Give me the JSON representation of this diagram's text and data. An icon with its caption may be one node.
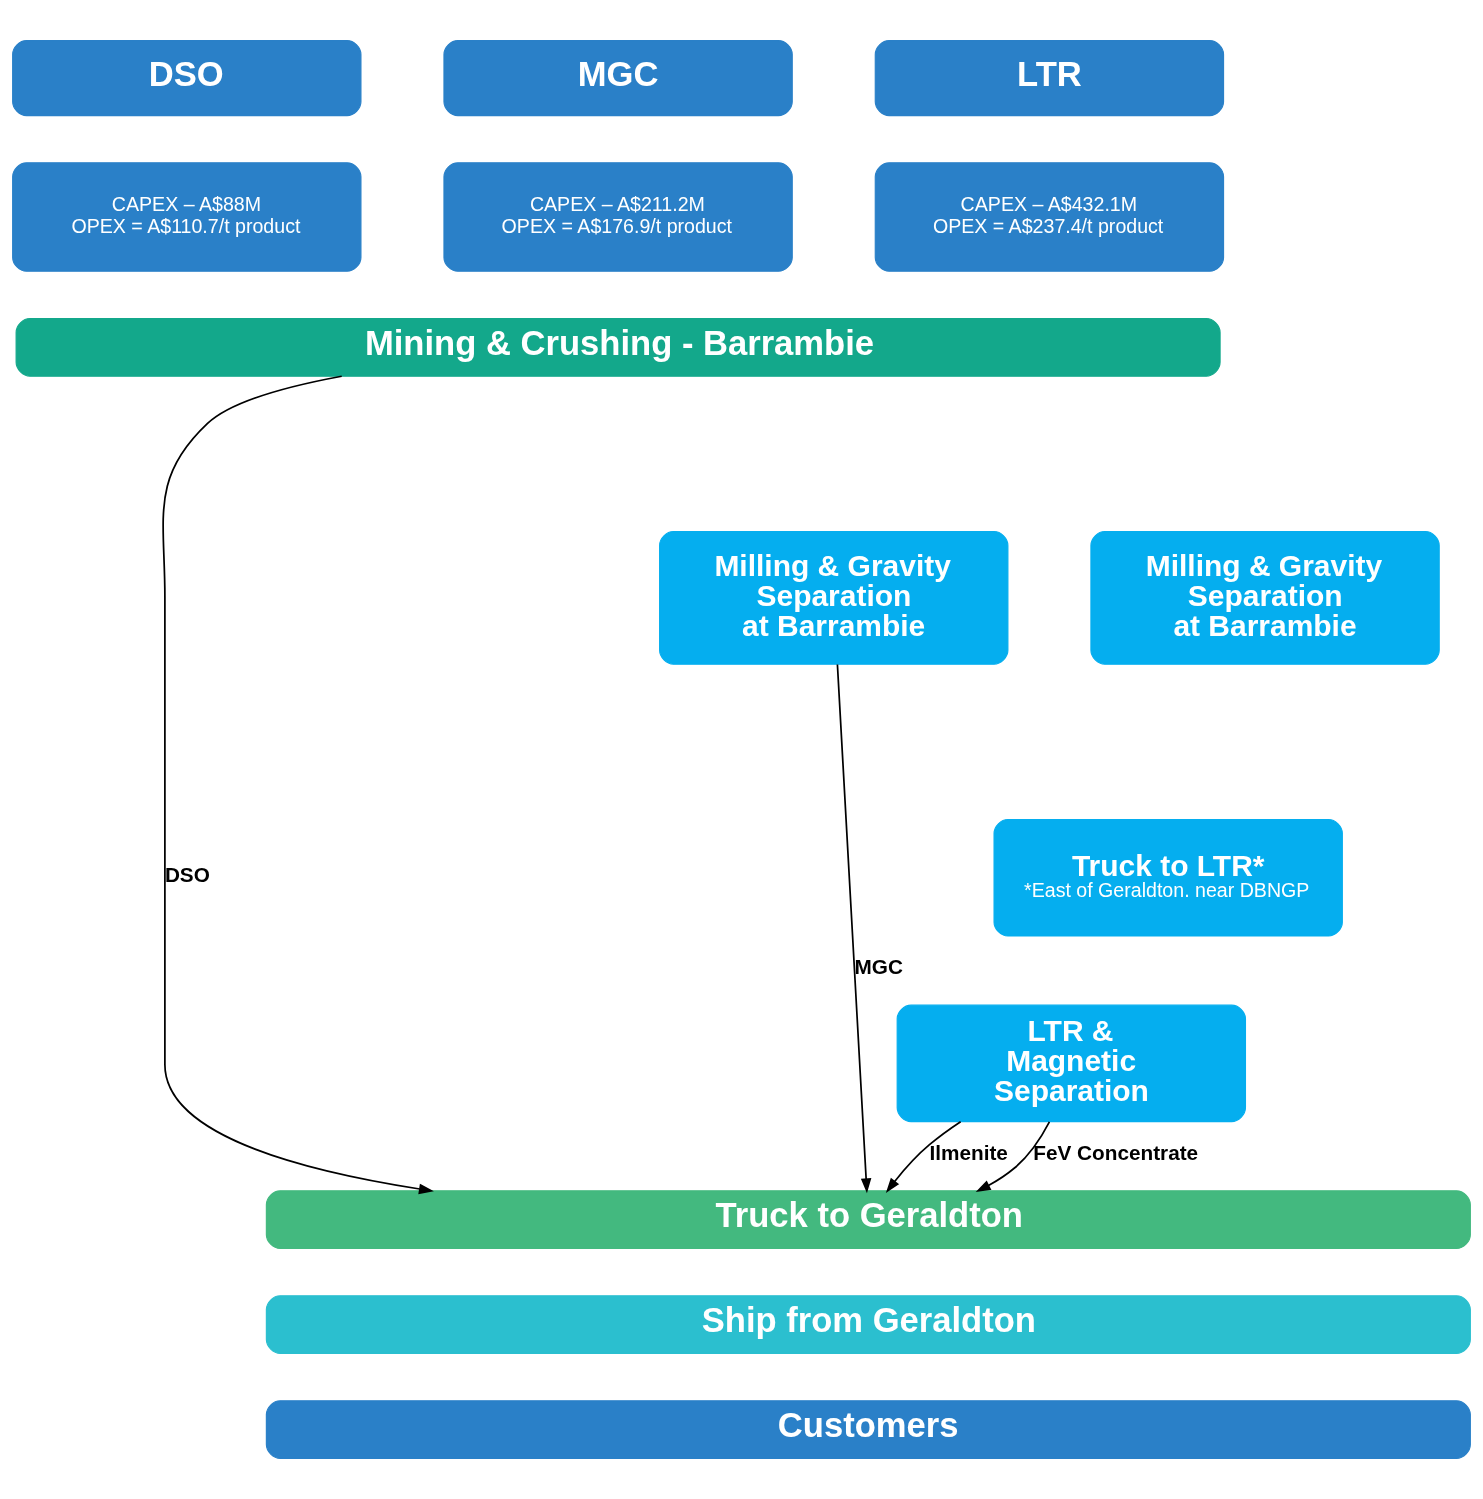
{
  "diagram": {
    "nodes": [
      {
        "text": [
          "DSO"
        ]
      },
      {
        "text": [
          "MGC"
        ]
      },
      {
        "text": [
          "LTR"
        ]
      },
      {
        "text": [
          "CAPEX – A$88M",
          "OPEX = A$110.7/t product"
        ]
      },
      {
        "text": [
          "CAPEX – A$211.2M",
          "OPEX = A$176.9/t product"
        ]
      },
      {
        "text": [
          "CAPEX – A$432.1M",
          "OPEX = A$237.4/t product"
        ]
      },
      {
        "text": [
          "Mining & Crushing - Barrambie"
        ]
      },
      {
        "text": [
          "Milling & Gravity Separation at Barrambie"
        ]
      },
      {
        "text": [
          "Milling & Gravity Separation at Barrambie"
        ]
      },
      {
        "text": [
          "Truck to LTR*",
          "*East of Geraldton. near DBNGP"
        ]
      },
      {
        "text": [
          "LTR & Magnetic Separation"
        ]
      },
      {
        "text": [
          "Truck to Geraldton"
        ]
      },
      {
        "text": [
          "Ship from Geraldton"
        ]
      },
      {
        "text": [
          "Customers"
        ]
      }
    ],
    "edges": [
      {
        "from": 6,
        "to": 11,
        "arrow": "to",
        "label": "DSO"
      },
      {
        "from": 7,
        "to": 11,
        "arrow": "to",
        "label": "MGC"
      },
      {
        "from": 10,
        "to": 11,
        "arrow": "to",
        "label": "Ilmenite"
      },
      {
        "from": 10,
        "to": 11,
        "arrow": "to",
        "label": "FeV Concentrate"
      }
    ]
  }
}
